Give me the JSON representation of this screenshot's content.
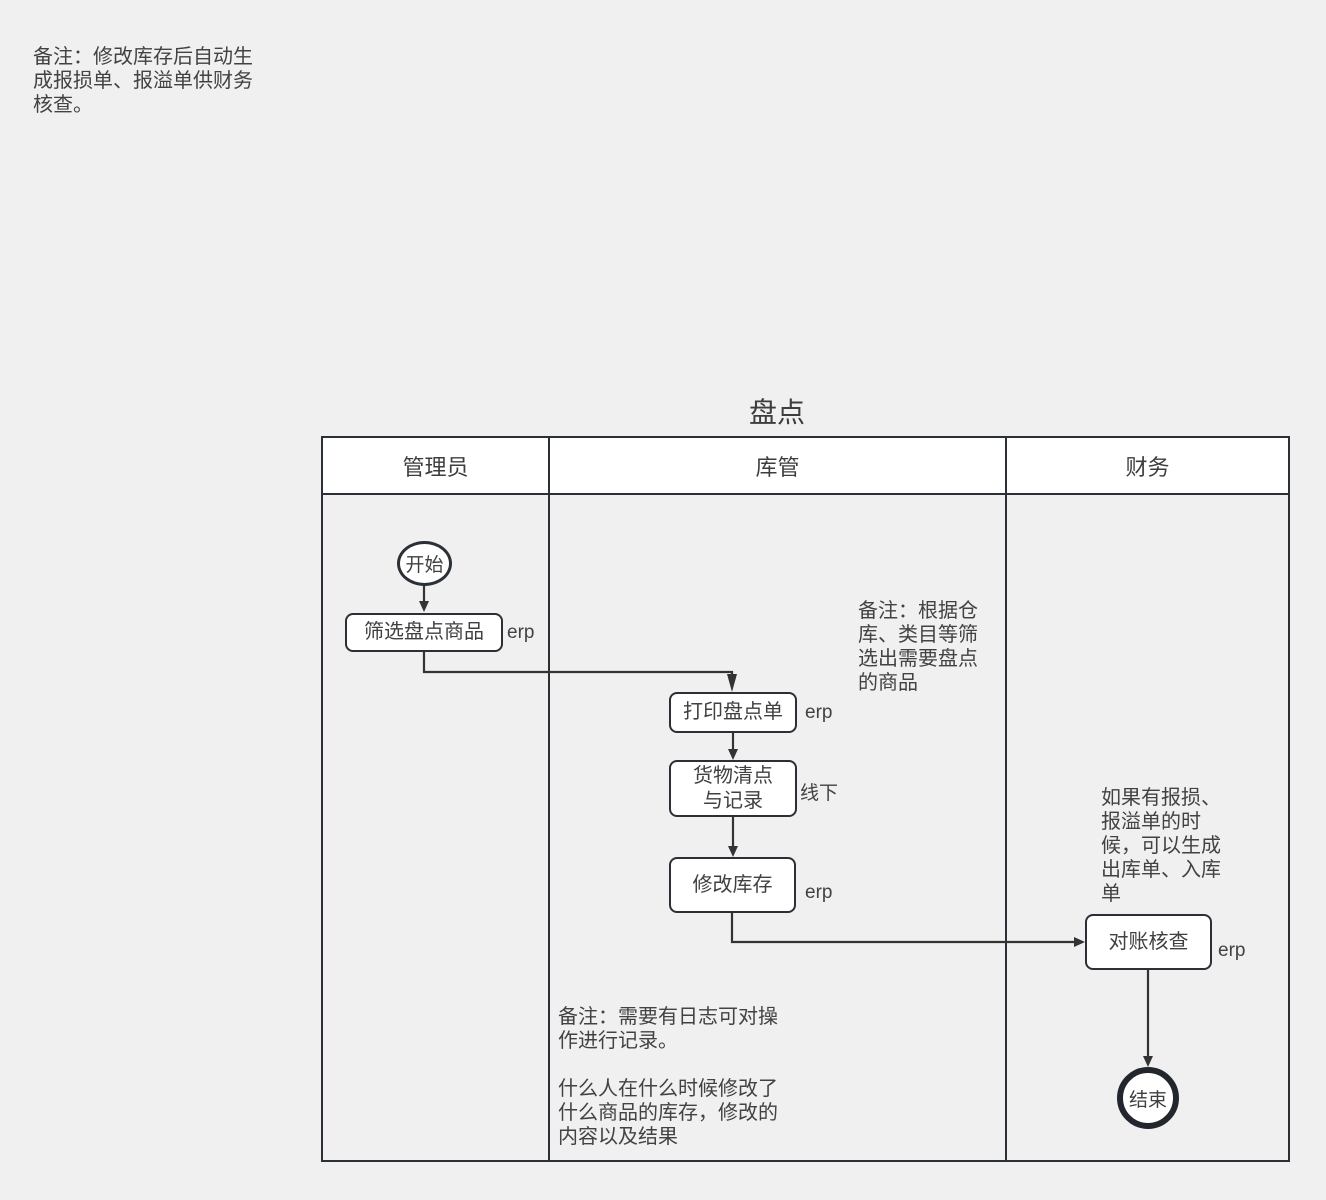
{
  "colors": {
    "background": "#f0f0f0",
    "shape_fill": "#ffffff",
    "border": "#2b2f36",
    "connector": "#333333",
    "text": "#404040"
  },
  "diagram": {
    "title": "盘点",
    "lanes": [
      {
        "label": "管理员"
      },
      {
        "label": "库管"
      },
      {
        "label": "财务"
      }
    ],
    "nodes": {
      "start": {
        "label": "开始",
        "type": "start"
      },
      "filter": {
        "label": "筛选盘点商品",
        "tag": "erp"
      },
      "print": {
        "label": "打印盘点单",
        "tag": "erp"
      },
      "count": {
        "label": "货物清点\n与记录",
        "tag": "线下"
      },
      "modify": {
        "label": "修改库存",
        "tag": "erp"
      },
      "check": {
        "label": "对账核查",
        "tag": "erp"
      },
      "end": {
        "label": "结束",
        "type": "end"
      }
    }
  },
  "notes": {
    "global": "备注：修改库存后自动生\n成报损单、报溢单供财务\n核查。",
    "filter_hint": "备注：根据仓\n库、类目等筛\n选出需要盘点\n的商品",
    "finance_hint": "如果有报损、\n报溢单的时\n候，可以生成\n出库单、入库\n单",
    "log_hint": "备注：需要有日志可对操\n作进行记录。\n\n什么人在什么时候修改了\n什么商品的库存，修改的\n内容以及结果"
  }
}
